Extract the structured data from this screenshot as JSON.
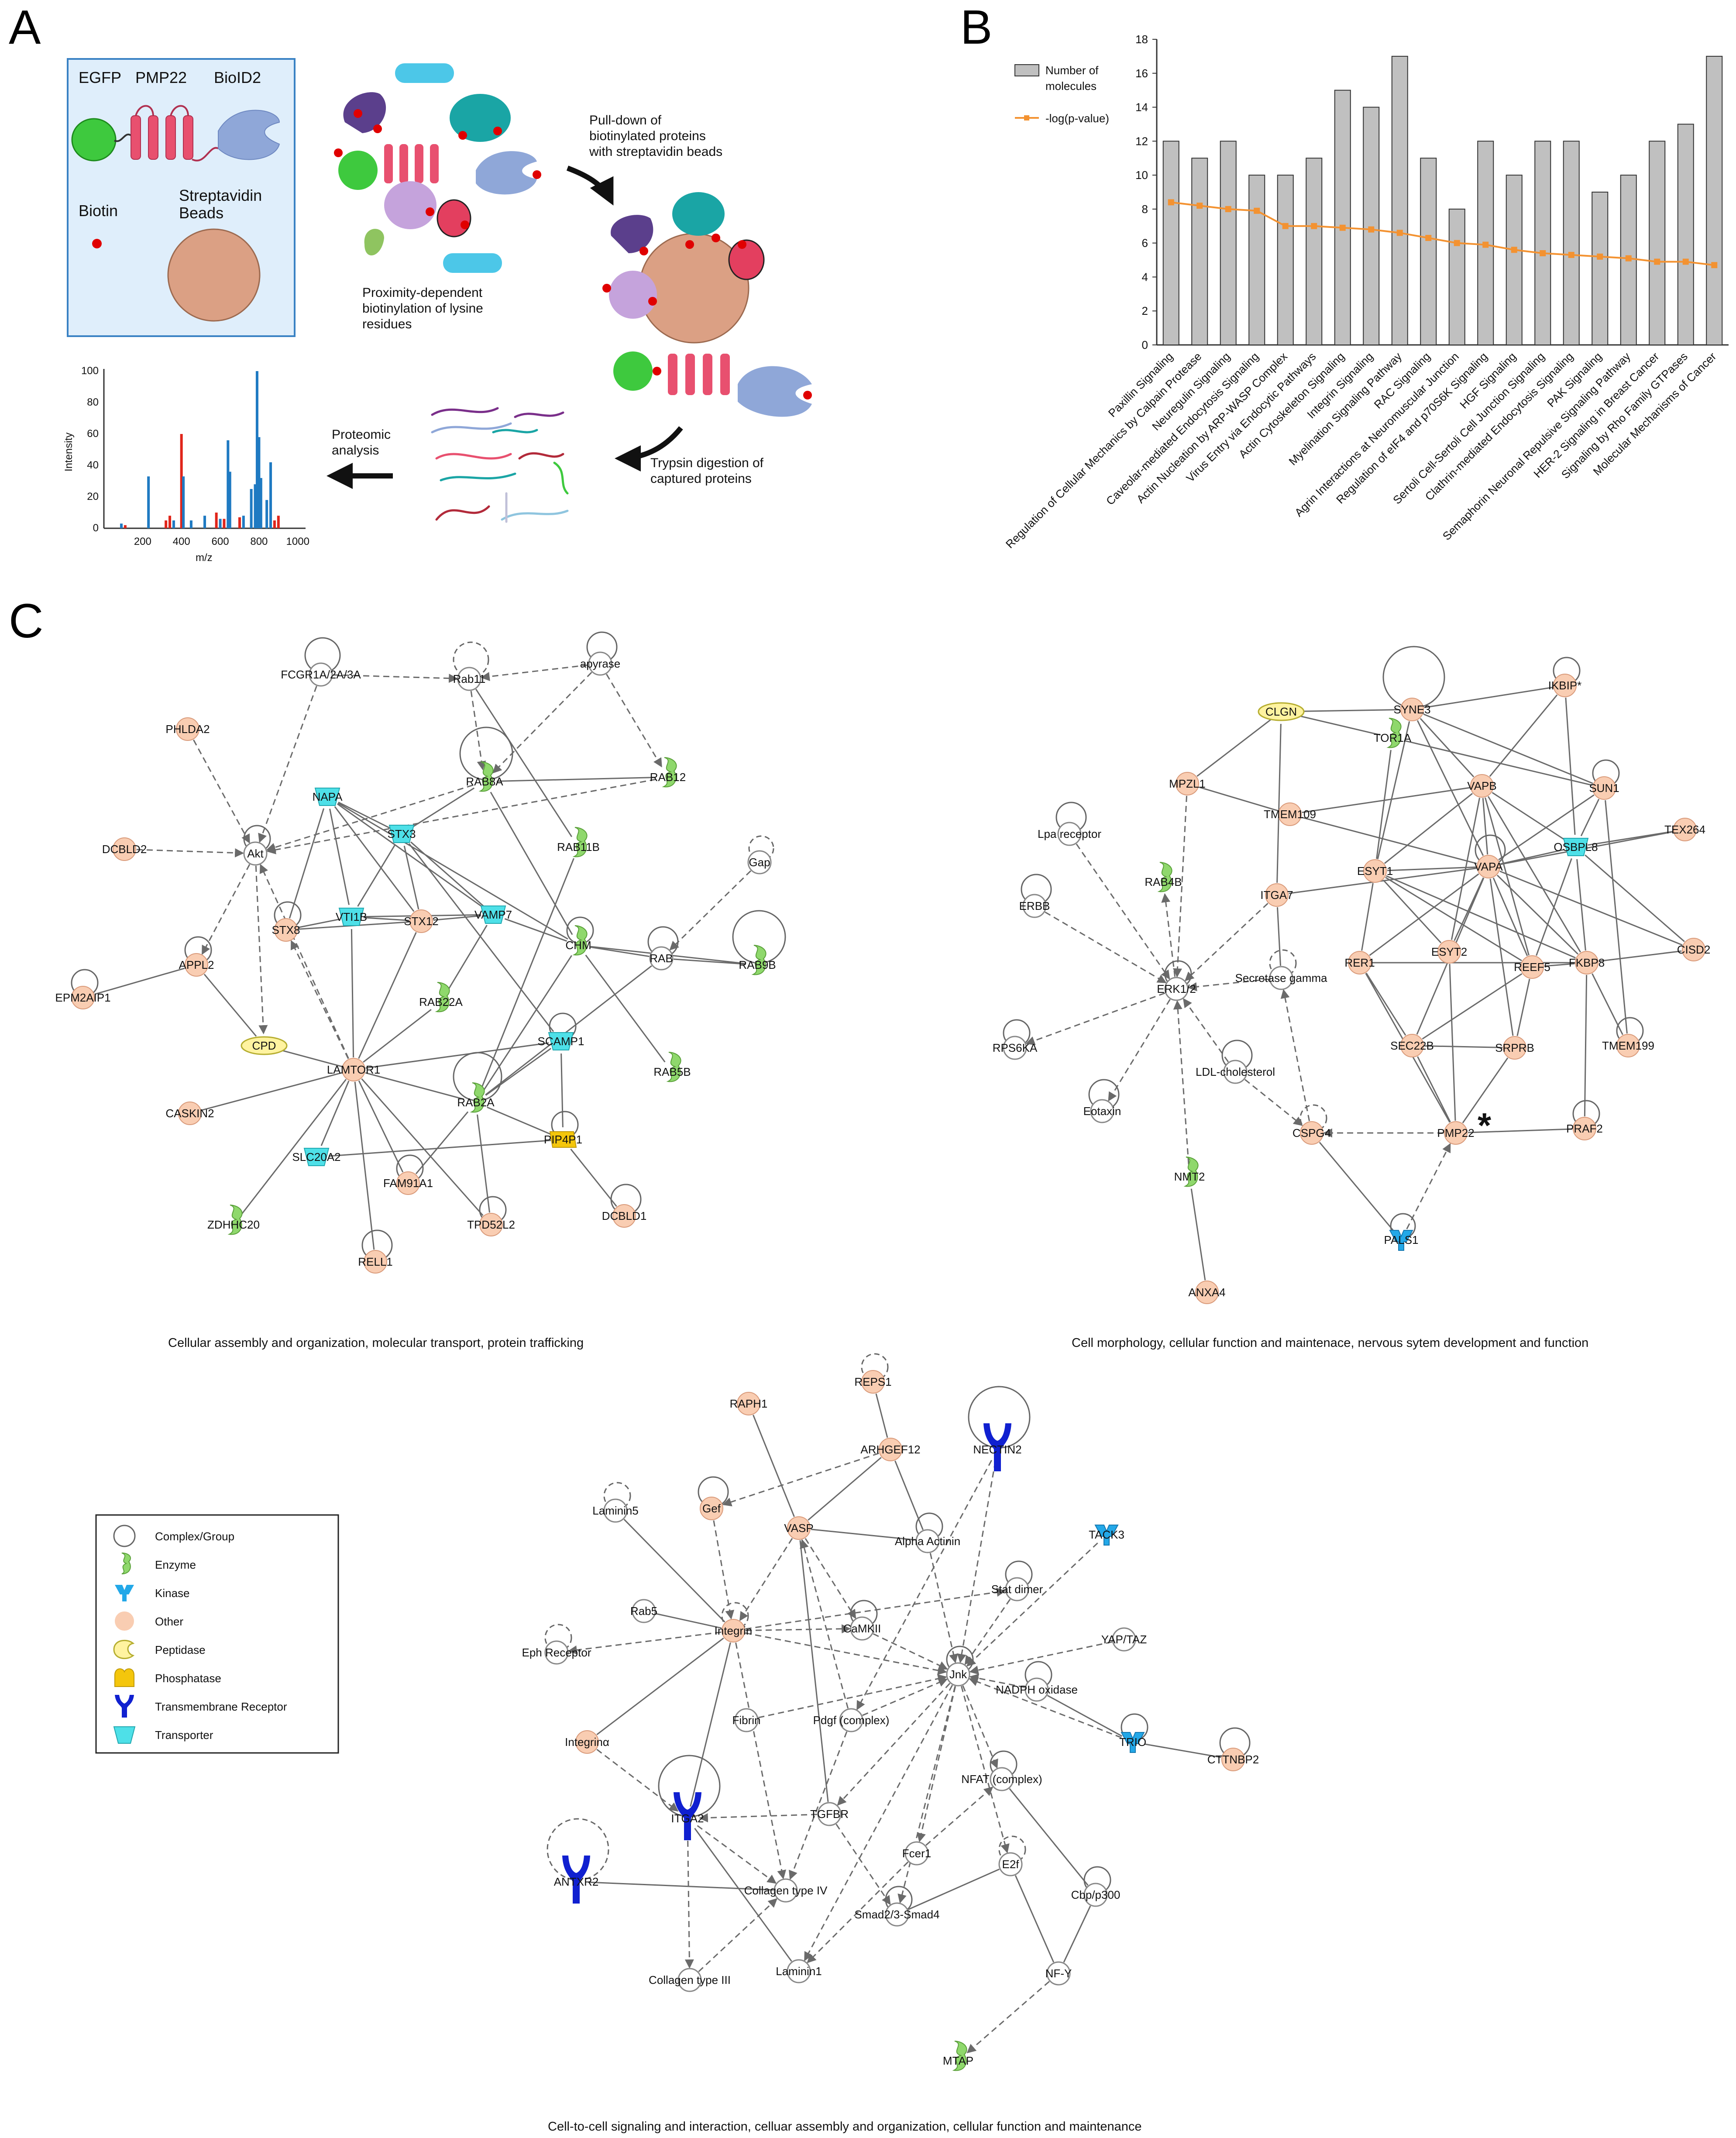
{
  "panels": {
    "a": "A",
    "b": "B",
    "c": "C"
  },
  "panel_a": {
    "legend_labels": [
      "EGFP",
      "PMP22",
      "BioID2",
      "Biotin",
      "Streptavidin",
      "Beads"
    ],
    "step_pulldown": [
      "Pull-down of",
      "biotinylated proteins",
      "with streptavidin beads"
    ],
    "step_proximity": [
      "Proximity-dependent",
      "biotinylation of lysine",
      "residues"
    ],
    "step_trypsin": [
      "Trypsin digestion of",
      "captured proteins"
    ],
    "step_proteomic": [
      "Proteomic",
      "analysis"
    ],
    "ms_ylabel": "Intensity",
    "ms_xlabel": "m/z",
    "ms_yticks": [
      "0",
      "20",
      "40",
      "60",
      "80",
      "100"
    ],
    "ms_xticks": [
      "200",
      "400",
      "600",
      "800",
      "1000"
    ]
  },
  "chart_data": {
    "type": "bar",
    "categories": [
      "Paxillin Signaling",
      "Regulation of Cellular Mechanics by Calpain Protease",
      "Neuregulin Signaling",
      "Caveolar-mediated Endocytosis Signaling",
      "Actin Nucleation by ARP-WASP Complex",
      "Virus Entry via Endocytic Pathways",
      "Actin Cytoskeleton Signaling",
      "Integrin Signaling",
      "Myelination Signaling Pathway",
      "RAC Signaling",
      "Agrin Interactions at Neuromuscular Junction",
      "Regulation of eIF4 and p70S6K Signaling",
      "HGF Signaling",
      "Sertoli Cell-Sertoli Cell Junction Signaling",
      "Clathrin-mediated Endocytosis Signaling",
      "PAK Signaling",
      "Semaphorin Neuronal Repulsive Signaling Pathway",
      "HER-2 Signaling in Breast Cancer",
      "Signaling by Rho Family GTPases",
      "Molecular Mechanisms of Cancer"
    ],
    "series": [
      {
        "name": "Number of molecules",
        "type": "bar",
        "color": "#c0c0c0",
        "values": [
          12,
          11,
          12,
          10,
          10,
          11,
          15,
          14,
          17,
          11,
          8,
          12,
          10,
          12,
          12,
          9,
          10,
          12,
          13,
          17
        ]
      },
      {
        "name": "-log(p-value)",
        "type": "line",
        "color": "#f39231",
        "values": [
          8.4,
          8.2,
          8.0,
          7.9,
          7.0,
          7.0,
          6.9,
          6.8,
          6.6,
          6.3,
          6.0,
          5.9,
          5.6,
          5.4,
          5.3,
          5.2,
          5.1,
          4.9,
          4.9,
          4.7
        ]
      }
    ],
    "ylim": [
      0,
      18
    ],
    "yticks": [
      "0",
      "2",
      "4",
      "6",
      "8",
      "10",
      "12",
      "14",
      "16",
      "18"
    ],
    "legend_placement": "top-left",
    "legend_name_lines": [
      [
        "Number of",
        "molecules"
      ],
      [
        "-log(p-value)"
      ]
    ]
  },
  "legend_c": {
    "items": [
      {
        "label": "Complex/Group",
        "icon": "complex-icon"
      },
      {
        "label": "Enzyme",
        "icon": "enzyme-icon"
      },
      {
        "label": "Kinase",
        "icon": "kinase-icon"
      },
      {
        "label": "Other",
        "icon": "other-icon"
      },
      {
        "label": "Peptidase",
        "icon": "peptidase-icon"
      },
      {
        "label": "Phosphatase",
        "icon": "phosphatase-icon"
      },
      {
        "label": "Transmembrane Receptor",
        "icon": "receptor-icon"
      },
      {
        "label": "Transporter",
        "icon": "transporter-icon"
      }
    ]
  },
  "node_colors": {
    "complex": "#ffffff",
    "enzyme": "#8fd86c",
    "kinase": "#23a8e8",
    "other": "#f9cdb2",
    "peptidase": "#fff3a0",
    "phosphatase": "#f4c60c",
    "receptor": "#1020d0",
    "transporter": "#4ee0e8"
  },
  "networks": [
    {
      "caption": "Cellular assembly and organization, molecular transport, protein trafficking",
      "nodes": [
        "FCGR1A/2A/3A",
        "Rab11",
        "apyrase",
        "PHLDA2",
        "RAB8A",
        "RAB12",
        "NAPA",
        "STX3",
        "RAB11B",
        "DCBLD2",
        "Akt",
        "Gap",
        "VTI1B",
        "STX8",
        "STX12",
        "VAMP7",
        "APPL2",
        "CHM",
        "RAB",
        "RAB9B",
        "EPM2AIP1",
        "RAB22A",
        "CPD",
        "SCAMP1",
        "LAMTOR1",
        "RAB5B",
        "CASKIN2",
        "RAB2A",
        "PIP4P1",
        "SLC20A2",
        "FAM91A1",
        "ZDHHC20",
        "DCBLD1",
        "TPD52L2",
        "RELL1"
      ]
    },
    {
      "caption": "Cell morphology, cellular function and maintenace, nervous sytem development and function",
      "nodes": [
        "IKBIP*",
        "CLGN",
        "SYNE3",
        "TOR1A",
        "MPZL1",
        "VAPB",
        "SUN1",
        "TMEM109",
        "Lpa receptor",
        "OSBPL8",
        "TEX264",
        "RAB4B",
        "ESYT1",
        "VAPA",
        "ITGA7",
        "ERBB",
        "ESYT2",
        "CISD2",
        "RER1",
        "REEF5",
        "FKBP8",
        "Secretase gamma",
        "ERK1/2",
        "RPS6KA",
        "SEC22B",
        "SRPRB",
        "TMEM199",
        "LDL-cholesterol",
        "Eotaxin",
        "CSPG4",
        "PMP22",
        "PRAF2",
        "NMT2",
        "PALS1",
        "ANXA4"
      ],
      "marker": "*"
    },
    {
      "caption": "Cell-to-cell signaling and interaction, celluar assembly and organization, cellular function and maintenance",
      "nodes": [
        "REPS1",
        "RAPH1",
        "NECTIN2",
        "ARHGEF12",
        "Laminin5",
        "Gef",
        "VASP",
        "Alpha Actinin",
        "TACK3",
        "Stat dimer",
        "Rab5",
        "Integrin",
        "CaMKII",
        "YAP/TAZ",
        "Eph Receptor",
        "Jnk",
        "NADPH oxidase",
        "Fibrin",
        "Pdgf (complex)",
        "Integrinα",
        "TRIO",
        "CTTNBP2",
        "NFAT (complex)",
        "TGFBR",
        "ITGA2",
        "Fcer1",
        "E2f",
        "Cbp/p300",
        "ANTXR2",
        "Collagen type IV",
        "Smad2/3-Smad4",
        "NF-Y",
        "Collagen type III",
        "Laminin1",
        "MTAP"
      ]
    }
  ]
}
